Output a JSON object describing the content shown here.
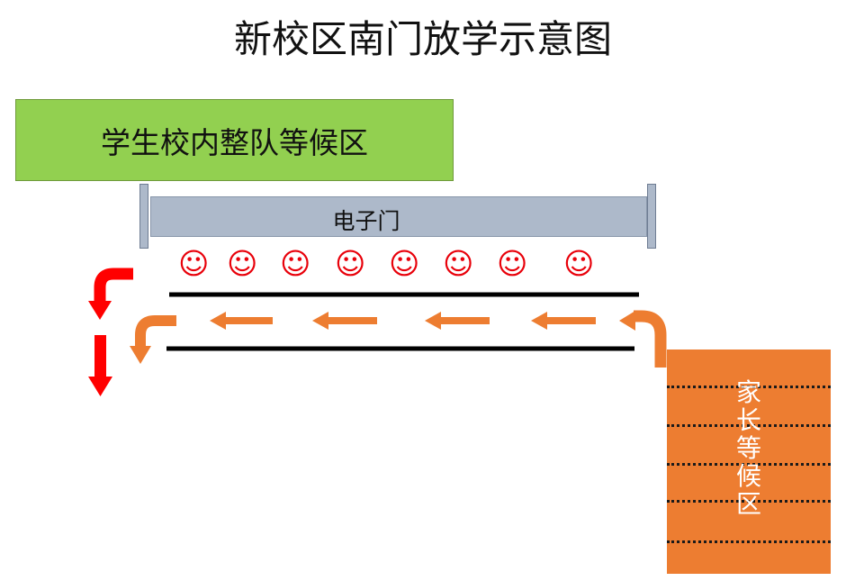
{
  "title": "新校区南门放学示意图",
  "student_zone": {
    "label": "学生校内整队等候区",
    "color": "#92d050"
  },
  "gate": {
    "label": "电子门",
    "color": "#adb9ca"
  },
  "parent_zone": {
    "chars": [
      "家",
      "长",
      "等",
      "候",
      "区"
    ],
    "color": "#ed7d31"
  },
  "students": {
    "glyph": "☺",
    "count": 8,
    "color": "#e8000a"
  },
  "colors": {
    "orange_arrow": "#ed7d31",
    "red_arrow": "#ff0000",
    "lane_line": "#000000"
  }
}
